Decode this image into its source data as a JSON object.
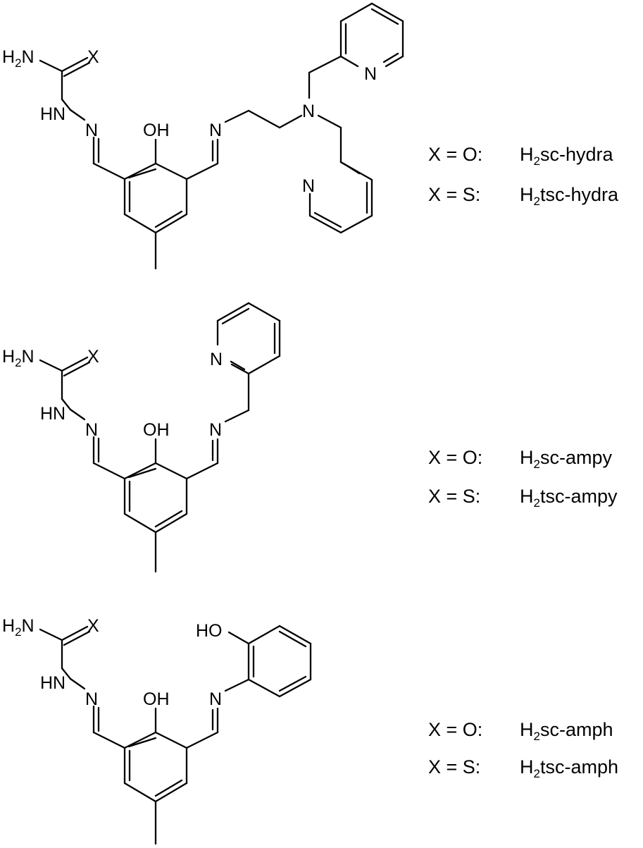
{
  "atom_labels": {
    "nh2": "H2N",
    "x": "X",
    "hn": "HN",
    "n": "N",
    "oh": "OH",
    "ho": "HO"
  },
  "compounds": [
    {
      "legend": [
        {
          "cond": "X = O:",
          "name": "H2sc-hydra"
        },
        {
          "cond": "X = S:",
          "name": "H2tsc-hydra"
        }
      ]
    },
    {
      "legend": [
        {
          "cond": "X = O:",
          "name": "H2sc-ampy"
        },
        {
          "cond": "X = S:",
          "name": "H2tsc-ampy"
        }
      ]
    },
    {
      "legend": [
        {
          "cond": "X = O:",
          "name": "H2sc-amph"
        },
        {
          "cond": "X = S:",
          "name": "H2tsc-amph"
        }
      ]
    }
  ]
}
